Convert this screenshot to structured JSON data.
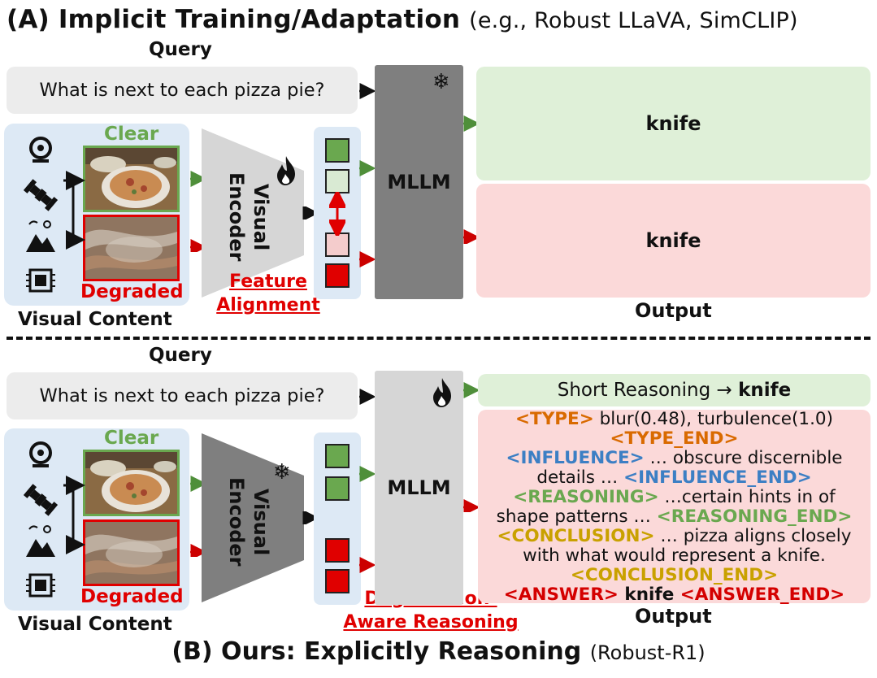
{
  "top": {
    "title_main": "(A) Implicit Training/Adaptation",
    "title_sub": "(e.g., Robust LLaVA, SimCLIP)",
    "query_label": "Query",
    "query_text": "What is next to each pizza pie?",
    "clear_label": "Clear",
    "degraded_label": "Degraded",
    "visual_content_label": "Visual Content",
    "encoder_label": "Visual Encoder",
    "feature_label_line1": "Feature",
    "feature_label_line2": "Alignment",
    "mllm_label": "MLLM",
    "output_clear": "knife",
    "output_degraded": "knife",
    "output_label": "Output"
  },
  "bottom": {
    "title_main": "(B) Ours: Explicitly Reasoning",
    "title_sub": "(Robust-R1)",
    "query_label": "Query",
    "query_text": "What is next to each pizza pie?",
    "clear_label": "Clear",
    "degraded_label": "Degraded",
    "visual_content_label": "Visual Content",
    "encoder_label": "Visual Encoder",
    "reasoning_label_line1": "Degradation-",
    "reasoning_label_line2": "Aware Reasoning",
    "mllm_label": "MLLM",
    "short_prefix": "Short Reasoning →",
    "short_answer": "knife",
    "output_label": "Output",
    "reasoning": {
      "type_tag": "<TYPE>",
      "type_text": " blur(0.48), turbulence(1.0)",
      "type_end": "<TYPE_END>",
      "influence_tag": "<INFLUENCE>",
      "influence_text": " … obscure discernible",
      "influence_text2": "details … ",
      "influence_end": "<INFLUENCE_END>",
      "reasoning_tag": "<REASONING>",
      "reasoning_text": " …certain hints in of",
      "reasoning_text2": "shape patterns … ",
      "reasoning_end": "<REASONING_END>",
      "conclusion_tag": "<CONCLUSION>",
      "conclusion_text": " … pizza aligns closely",
      "conclusion_text2": "with what would represent a knife.",
      "conclusion_end": "<CONCLUSION_END>",
      "answer_tag": "<ANSWER>",
      "answer_text": " knife ",
      "answer_end": "<ANSWER_END>"
    }
  },
  "colors": {
    "clear_green": "#6aa84f",
    "degraded_red": "#e00000",
    "panel_blue": "#dde9f5",
    "output_green": "#dff0d8",
    "output_red": "#fbd9d9"
  },
  "icons": [
    "webcam-icon",
    "satellite-icon",
    "landscape-icon",
    "chip-icon",
    "fire-icon",
    "snowflake-icon"
  ]
}
